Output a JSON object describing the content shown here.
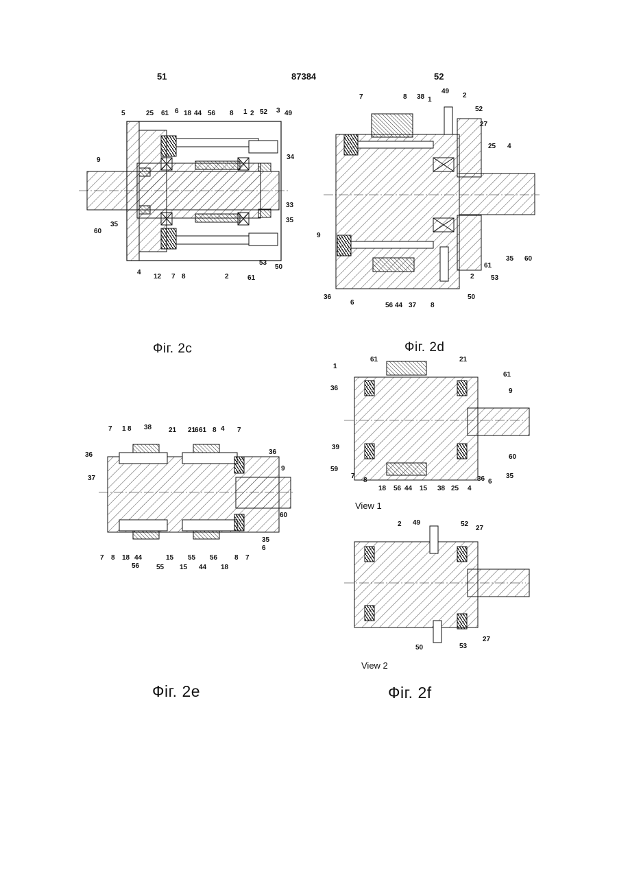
{
  "page_header": {
    "left_page": "51",
    "patent_number": "87384",
    "right_page": "52"
  },
  "figures": [
    {
      "caption": "Фіг. 2c",
      "labels": [
        "5",
        "25",
        "61",
        "6",
        "18",
        "44",
        "56",
        "8",
        "1",
        "2",
        "52",
        "3",
        "49",
        "34",
        "9",
        "33",
        "35",
        "60",
        "35",
        "4",
        "12",
        "7",
        "8",
        "2",
        "61",
        "53",
        "50"
      ]
    },
    {
      "caption": "Фіг. 2d",
      "labels": [
        "7",
        "8",
        "38",
        "1",
        "49",
        "2",
        "52",
        "27",
        "25",
        "4",
        "9",
        "60",
        "35",
        "61",
        "2",
        "53",
        "50",
        "36",
        "6",
        "56",
        "44",
        "37",
        "8"
      ]
    },
    {
      "caption": "Фіг. 2e",
      "labels": [
        "7",
        "1",
        "8",
        "38",
        "21",
        "21",
        "6",
        "61",
        "8",
        "4",
        "7",
        "36",
        "36",
        "37",
        "9",
        "60",
        "35",
        "6",
        "7",
        "8",
        "18",
        "44",
        "56",
        "55",
        "15",
        "15",
        "55",
        "56",
        "44",
        "18",
        "8",
        "7"
      ]
    },
    {
      "caption": "Фіг. 2f",
      "labels": [
        "1",
        "61",
        "21",
        "61",
        "36",
        "9",
        "39",
        "60",
        "35",
        "59",
        "7",
        "8",
        "18",
        "56",
        "44",
        "15",
        "38",
        "25",
        "4",
        "36",
        "6",
        "2",
        "49",
        "52",
        "27",
        "27",
        "53",
        "50"
      ]
    }
  ],
  "view_labels": {
    "view1": "View 1",
    "view2": "View 2"
  }
}
